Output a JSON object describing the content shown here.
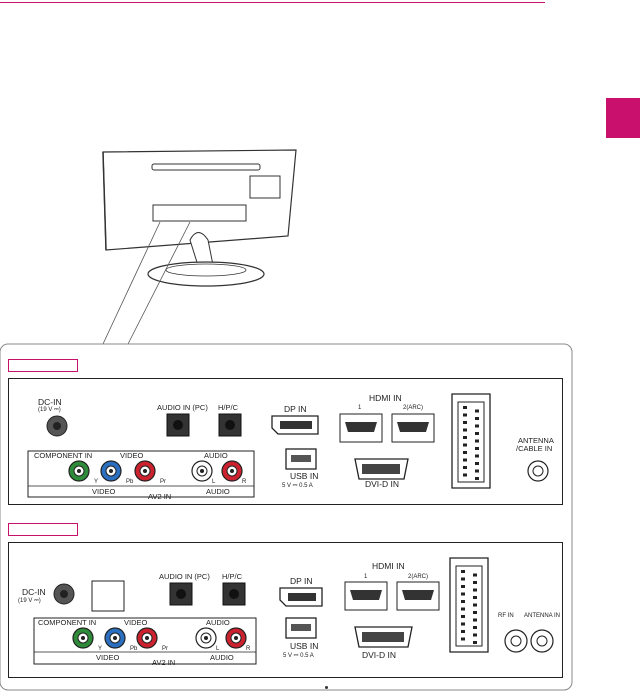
{
  "header": {
    "rule_color": "#c8106c",
    "tab_color": "#c8106c"
  },
  "panel_a": {
    "dc_in": "DC-IN",
    "dc_volt": "(19 V ⎓)",
    "audio_in_pc": "AUDIO IN (PC)",
    "hp_pc": "H/P/C",
    "dp_in": "DP IN",
    "hdmi_in": "HDMI IN",
    "hdmi_1": "1",
    "hdmi_2": "2(ARC)",
    "usb_in": "USB IN",
    "usb_rating": "5 V ⎓ 0.5 A",
    "dvi_d_in": "DVI-D IN",
    "antenna": "ANTENNA",
    "cable_in": "/CABLE IN",
    "component_in": "COMPONENT IN",
    "video_top": "VIDEO",
    "audio_top": "AUDIO",
    "y": "Y",
    "pb": "Pb",
    "pr": "Pr",
    "l": "L",
    "r": "R",
    "video_bottom": "VIDEO",
    "av2_in": "AV2 IN",
    "audio_bottom": "AUDIO"
  },
  "panel_b": {
    "dc_in": "DC-IN",
    "dc_volt": "(19 V ⎓)",
    "audio_in_pc": "AUDIO IN (PC)",
    "hp_pc": "H/P/C",
    "dp_in": "DP IN",
    "hdmi_in": "HDMI IN",
    "hdmi_1": "1",
    "hdmi_2": "2(ARC)",
    "usb_in": "USB IN",
    "usb_rating": "5 V ⎓ 0.5 A",
    "dvi_d_in": "DVI-D IN",
    "component_in": "COMPONENT IN",
    "video_top": "VIDEO",
    "audio_top": "AUDIO",
    "y": "Y",
    "pb": "Pb",
    "pr": "Pr",
    "l": "L",
    "r": "R",
    "video_bottom": "VIDEO",
    "av2_in": "AV2 IN",
    "audio_bottom": "AUDIO",
    "rf_out": "RF IN",
    "ant_in": "ANTENNA IN"
  },
  "colors": {
    "green": "#2e8b3a",
    "blue": "#2a6fc0",
    "red": "#cc2230",
    "white": "#ffffff"
  }
}
